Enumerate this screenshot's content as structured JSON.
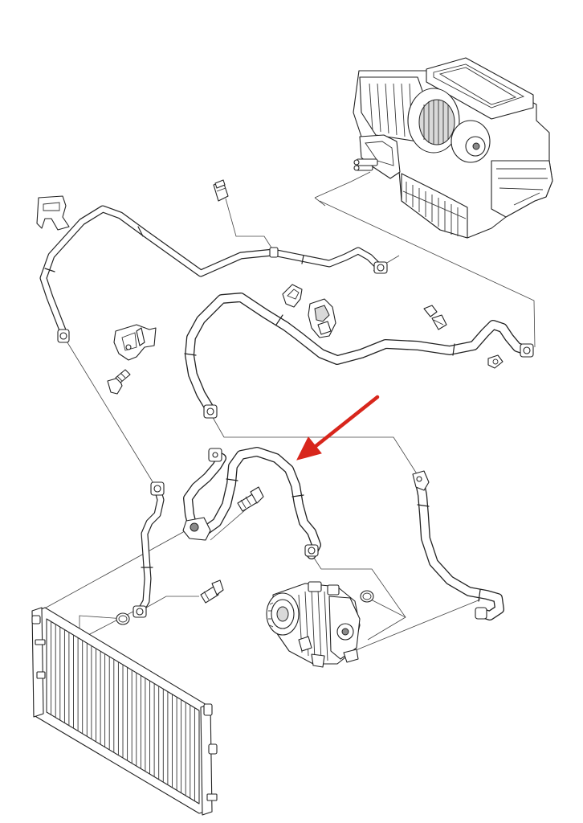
{
  "diagram": {
    "accent_color": "#d8261c",
    "line_color": "#222222",
    "background": "#ffffff",
    "parts": [
      "hvac-unit",
      "condenser",
      "compressor",
      "suction-hose",
      "liquid-line",
      "discharge-line",
      "pressure-switch",
      "expansion-valve"
    ],
    "highlighted_part": "discharge-line"
  }
}
